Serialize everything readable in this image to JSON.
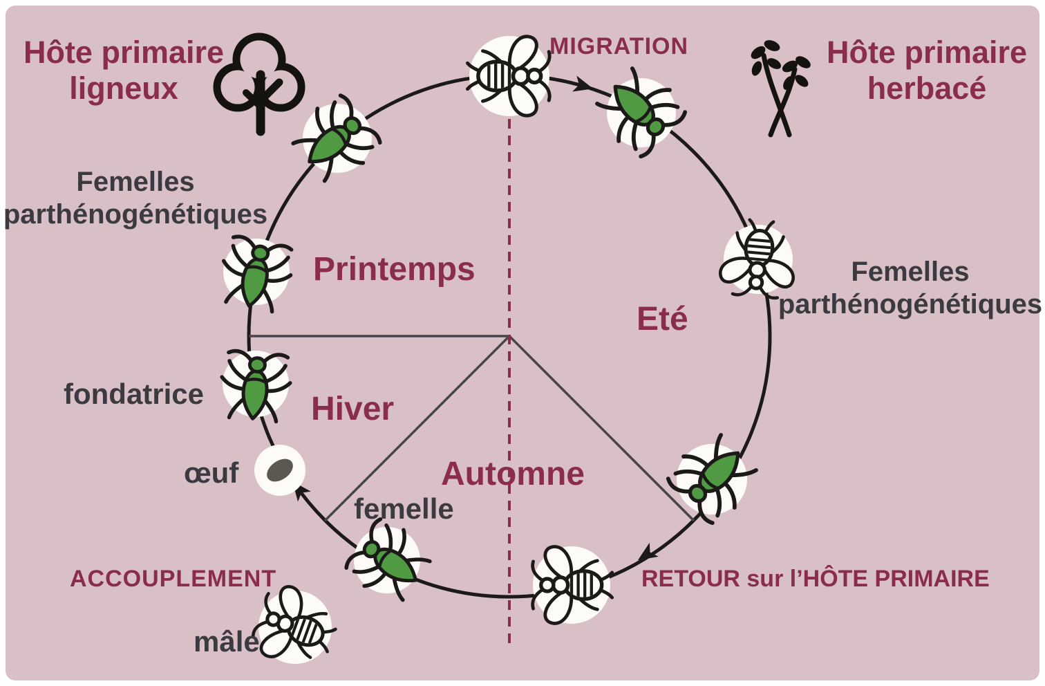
{
  "diagram_subject": "Cycle de vie du puceron (aphid life cycle)",
  "palette": {
    "background_pink": "#d9c0c7",
    "page_white": "#ffffff",
    "maroon_text": "#8a2c4c",
    "gray_text": "#3b3a41",
    "aphid_green": "#4f9a43",
    "outline_black": "#1c1a18",
    "chip_white": "#fcfbf7",
    "egg_gray": "#5a5850",
    "divider_line": "#47444a"
  },
  "hosts": {
    "ligneux": {
      "line1": "Hôte primaire",
      "line2": "ligneux"
    },
    "herbace": {
      "line1": "Hôte primaire",
      "line2": "herbacé"
    }
  },
  "seasons": {
    "printemps": "Printemps",
    "ete": "Eté",
    "hiver": "Hiver",
    "automne": "Automne"
  },
  "stages": {
    "migration": "MIGRATION",
    "femelles_left": {
      "line1": "Femelles",
      "line2": "parthénogénétiques"
    },
    "femelles_right": {
      "line1": "Femelles",
      "line2": "parthénogénétiques"
    },
    "fondatrice": "fondatrice",
    "oeuf": "œuf",
    "femelle": "femelle",
    "male": "mâle",
    "accouplement": "ACCOUPLEMENT",
    "retour": "RETOUR sur l’HÔTE PRIMAIRE"
  },
  "icons": [
    "tree-icon",
    "herb-icon",
    "winged-aphid-icon",
    "green-aphid-icon",
    "egg-icon"
  ]
}
